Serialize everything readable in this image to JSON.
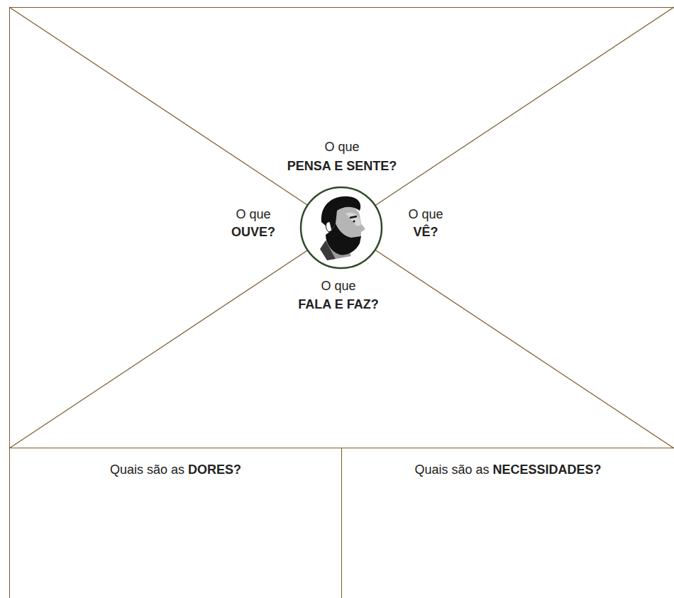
{
  "diagram": {
    "nodes": [
      {
        "text": [
          "O que",
          "PENSA E SENTE?",
          "O que",
          "OUVE?",
          "O que",
          "VÊ?",
          "O que",
          "FALA E FAZ?"
        ]
      },
      {
        "text": [
          "Quais são as",
          "DORES?"
        ]
      },
      {
        "text": [
          "Quais são as",
          "NECESSIDADES?"
        ]
      }
    ]
  }
}
